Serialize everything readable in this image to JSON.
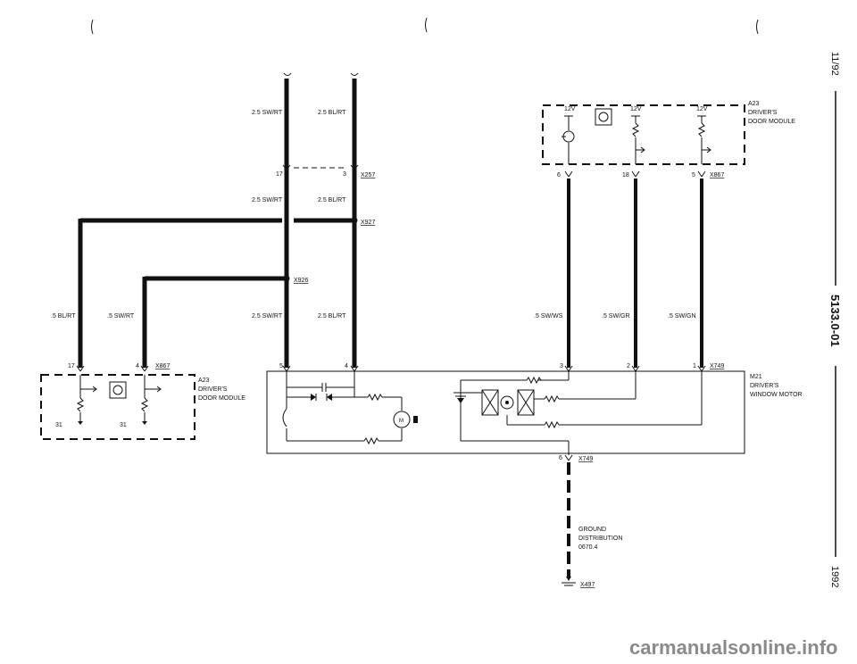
{
  "page": {
    "date_code": "11/92",
    "section_number": "5133.0-01",
    "year": "1992",
    "watermark": "carmanualsonline.info"
  },
  "wires": {
    "top_left": "2.5 SW/RT",
    "top_right": "2.5 BL/RT",
    "mid_left": "2.5 SW/RT",
    "mid_right": "2.5 BL/RT",
    "low_left": "2.5 SW/RT",
    "low_right": "2.5 BL/RT",
    "far_left": ".5 BL/RT",
    "left_inner": ".5 SW/RT",
    "right_1": ".5 SW/WS",
    "right_2": ".5 SW/GR",
    "right_3": ".5 SW/GN"
  },
  "connectors": {
    "x257": "X257",
    "x927": "X927",
    "x926": "X926",
    "x867_left": "X867",
    "x867_right": "X867",
    "x749_top": "X749",
    "x749_bottom": "X749",
    "x497": "X497"
  },
  "pins": {
    "p17_top": "17",
    "p3_top": "3",
    "p6_right": "6",
    "p18_right": "18",
    "p5_right": "5",
    "p17_left": "17",
    "p4_left": "4",
    "p5_motor": "5",
    "p4_motor": "4",
    "p3_motor": "3",
    "p2_motor": "2",
    "p1_motor": "1",
    "p6_ground": "6",
    "p31_a": "31",
    "p31_b": "31",
    "v12_a": "12V",
    "v12_b": "12V",
    "v12_c": "12V"
  },
  "components": {
    "a23_top": {
      "id": "A23",
      "line1": "DRIVER'S",
      "line2": "DOOR MODULE"
    },
    "a23_left": {
      "id": "A23",
      "line1": "DRIVER'S",
      "line2": "DOOR MODULE"
    },
    "m21": {
      "id": "M21",
      "line1": "DRIVER'S",
      "line2": "WINDOW MOTOR"
    },
    "ground": {
      "line1": "GROUND",
      "line2": "DISTRIBUTION",
      "line3": "0670.4"
    },
    "motor_symbol": "M"
  }
}
